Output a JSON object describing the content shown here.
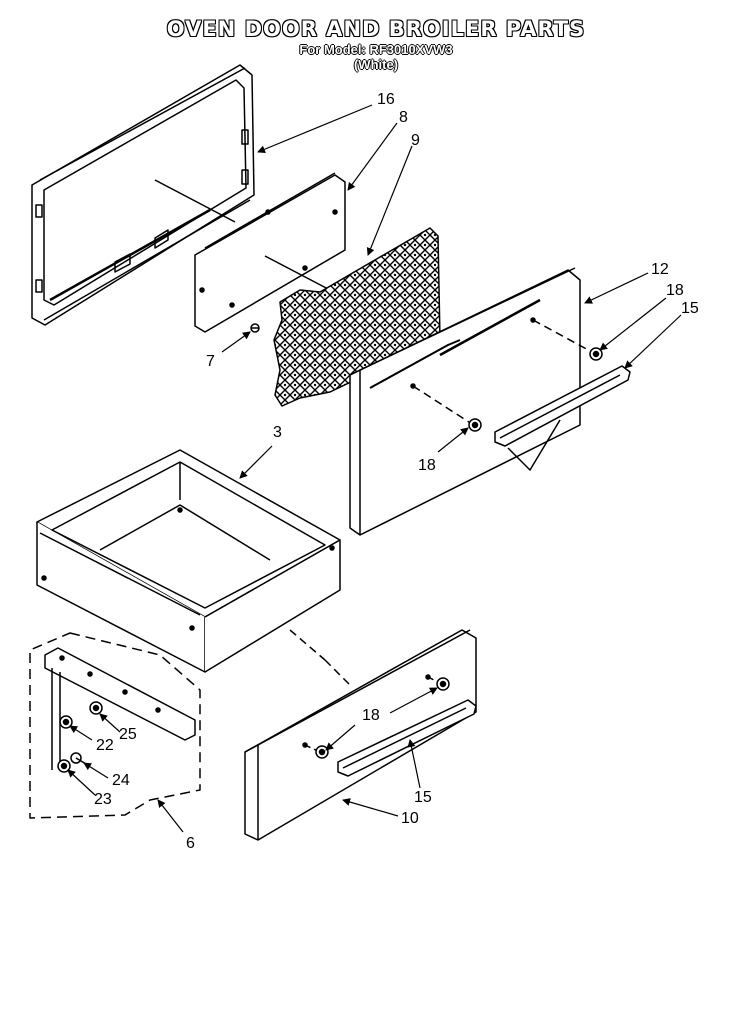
{
  "header": {
    "title": "OVEN DOOR AND BROILER PARTS",
    "model_line": "For Model: RF3010XVW3",
    "color_line": "(White)"
  },
  "callouts": [
    {
      "id": "c16",
      "text": "16"
    },
    {
      "id": "c8",
      "text": "8"
    },
    {
      "id": "c9",
      "text": "9"
    },
    {
      "id": "c7",
      "text": "7"
    },
    {
      "id": "c12",
      "text": "12"
    },
    {
      "id": "c18a",
      "text": "18"
    },
    {
      "id": "c15a",
      "text": "15"
    },
    {
      "id": "c18b",
      "text": "18"
    },
    {
      "id": "c3",
      "text": "3"
    },
    {
      "id": "c22",
      "text": "22"
    },
    {
      "id": "c25",
      "text": "25"
    },
    {
      "id": "c24",
      "text": "24"
    },
    {
      "id": "c23",
      "text": "23"
    },
    {
      "id": "c6",
      "text": "6"
    },
    {
      "id": "c18c",
      "text": "18"
    },
    {
      "id": "c15b",
      "text": "15"
    },
    {
      "id": "c10",
      "text": "10"
    }
  ]
}
